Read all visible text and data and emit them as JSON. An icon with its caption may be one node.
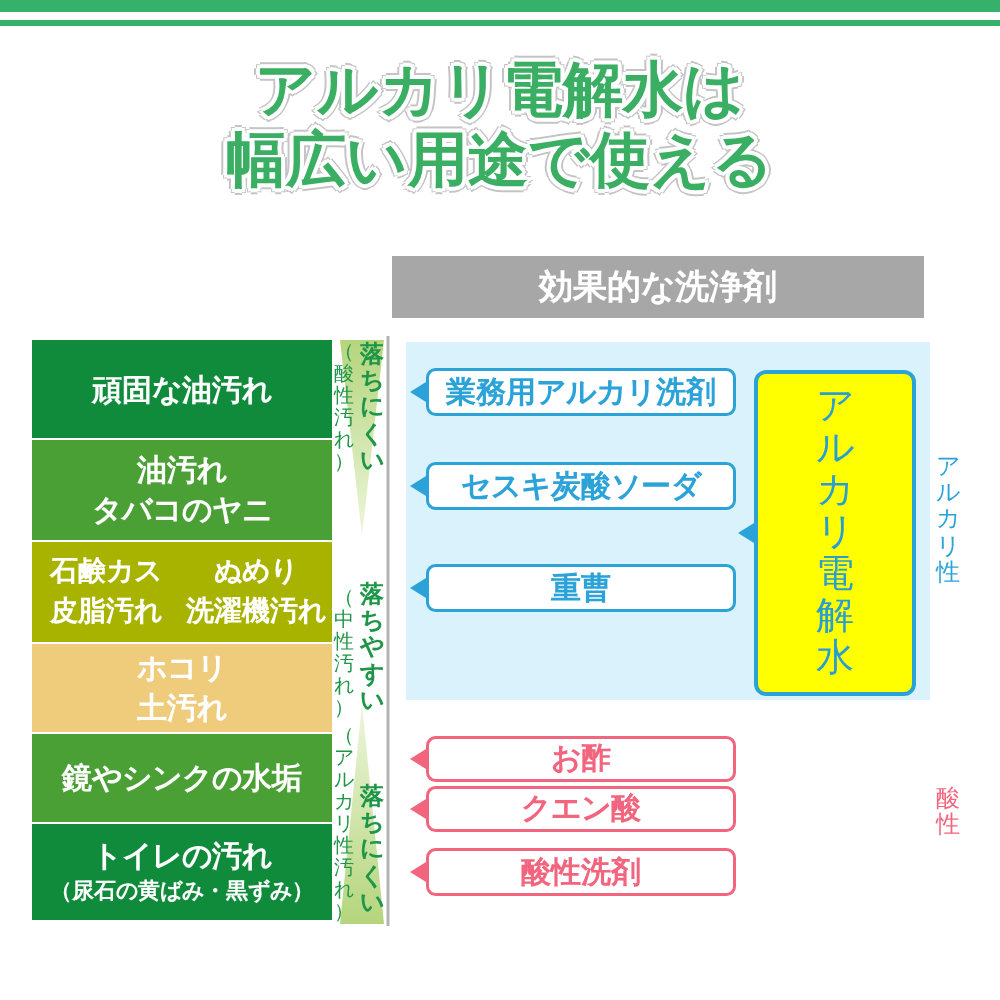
{
  "diagram": {
    "title": "アルカリ電解水は幅広い用途で使える",
    "nodes": [
      {
        "text": [
          "効果的な洗浄剤"
        ]
      },
      {
        "text": [
          "頑固な油汚れ"
        ]
      },
      {
        "text": [
          "油汚れ",
          "タバコのヤニ"
        ]
      },
      {
        "text": [
          "石鹸カス",
          "ぬめり",
          "皮脂汚れ",
          "洗濯機汚れ"
        ]
      },
      {
        "text": [
          "ホコリ",
          "土汚れ"
        ]
      },
      {
        "text": [
          "鏡やシンクの水垢"
        ]
      },
      {
        "text": [
          "トイレの汚れ",
          "（尿石の黄ばみ・黒ずみ）"
        ]
      },
      {
        "text": [],
        "shape": "box",
        "beside": [
          "アルカリ性"
        ]
      },
      {
        "text": [
          "業務用アルカリ洗剤"
        ],
        "in": 7
      },
      {
        "text": [
          "セスキ炭酸ソーダ"
        ],
        "in": 7
      },
      {
        "text": [
          "重曹"
        ],
        "in": 7
      },
      {
        "text": [
          "アルカリ電解水"
        ],
        "in": 7
      },
      {
        "text": [
          "お酢"
        ]
      },
      {
        "text": [
          "クエン酸"
        ]
      },
      {
        "text": [
          "酸性洗剤"
        ]
      }
    ],
    "labels": [
      "落ちにくい",
      "（酸性汚れ）",
      "落ちやすい",
      "（中性汚れ）",
      "落ちにくい",
      "（アルカリ性汚れ）",
      "酸性"
    ]
  }
}
